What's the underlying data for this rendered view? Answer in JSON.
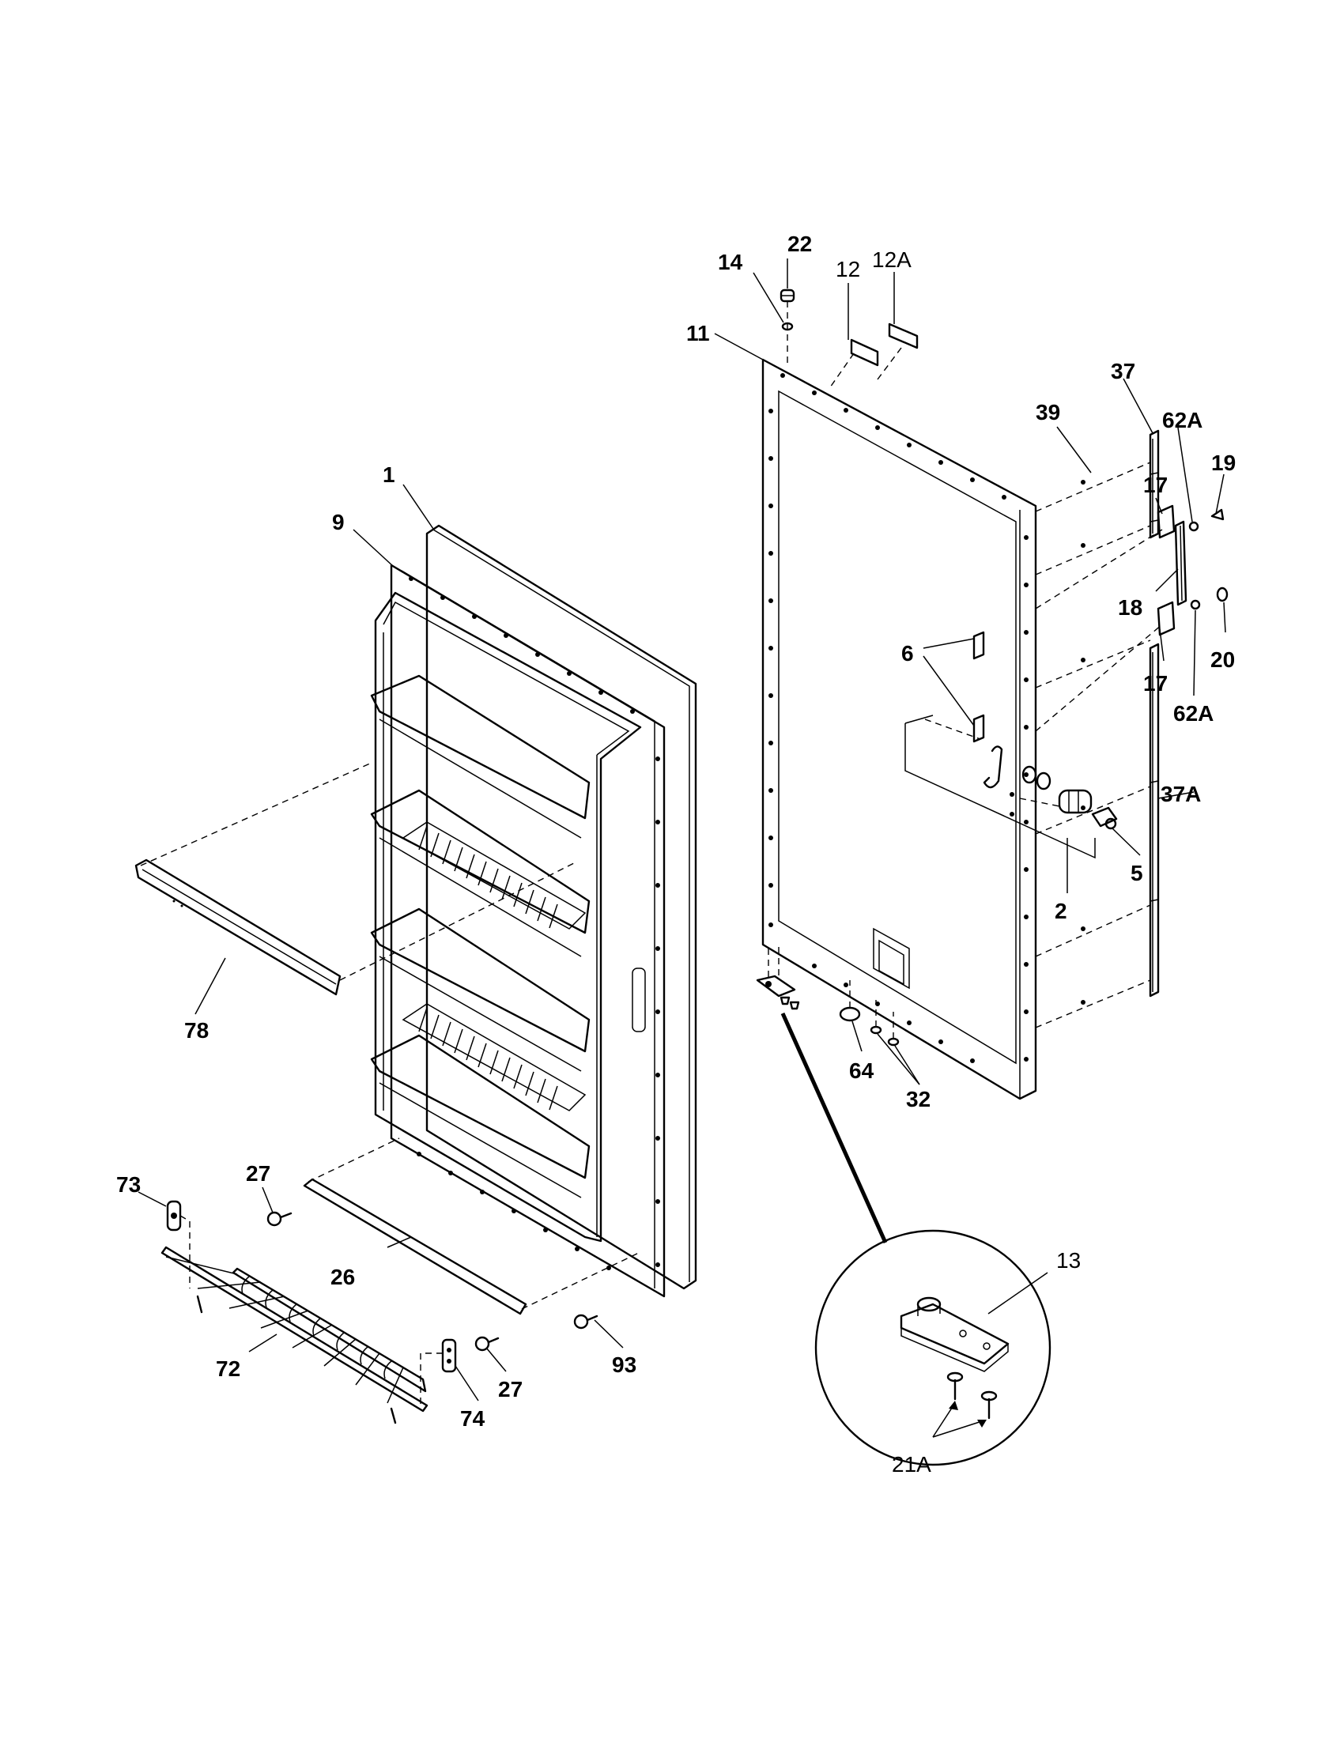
{
  "labels": {
    "l1": "1",
    "l9": "9",
    "l78": "78",
    "l27a": "27",
    "l27b": "27",
    "l26": "26",
    "l73": "73",
    "l72": "72",
    "l74": "74",
    "l93": "93",
    "l22": "22",
    "l14": "14",
    "l12": "12",
    "l12A": "12A",
    "l11": "11",
    "l37": "37",
    "l39": "39",
    "l62Aa": "62A",
    "l19": "19",
    "l17a": "17",
    "l18": "18",
    "l6": "6",
    "l20": "20",
    "l17b": "17",
    "l62Ab": "62A",
    "l37A": "37A",
    "l5": "5",
    "l2": "2",
    "l64": "64",
    "l32": "32",
    "l13": "13",
    "l21A": "21A"
  }
}
